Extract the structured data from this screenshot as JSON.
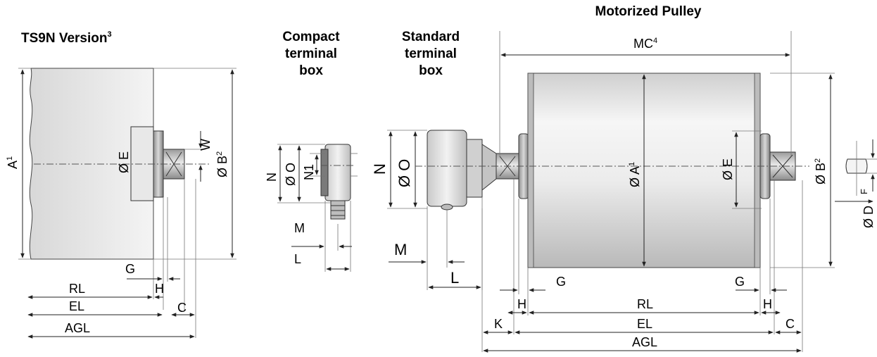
{
  "titles": {
    "ts9n": "TS9N Version",
    "ts9n_sup": "3",
    "compact_1": "Compact",
    "compact_2": "terminal",
    "compact_3": "box",
    "standard_1": "Standard",
    "standard_2": "terminal",
    "standard_3": "box",
    "pulley": "Motorized Pulley"
  },
  "labels": {
    "A": "A",
    "A_sup": "1",
    "OE": "Ø E",
    "W": "W",
    "OB": "Ø B",
    "B_sup": "2",
    "G": "G",
    "H": "H",
    "RL": "RL",
    "EL": "EL",
    "C": "C",
    "AGL": "AGL",
    "N": "N",
    "OO": "Ø O",
    "N1": "N1",
    "M": "M",
    "L": "L",
    "MC": "MC",
    "MC_sup": "4",
    "OA": "Ø A",
    "K": "K",
    "F": "F",
    "OD": "Ø D"
  },
  "colors": {
    "line": "#222222",
    "body_light": "#f0f0f0",
    "body_mid": "#d6d6d6",
    "body_dark": "#a8a8a8"
  }
}
